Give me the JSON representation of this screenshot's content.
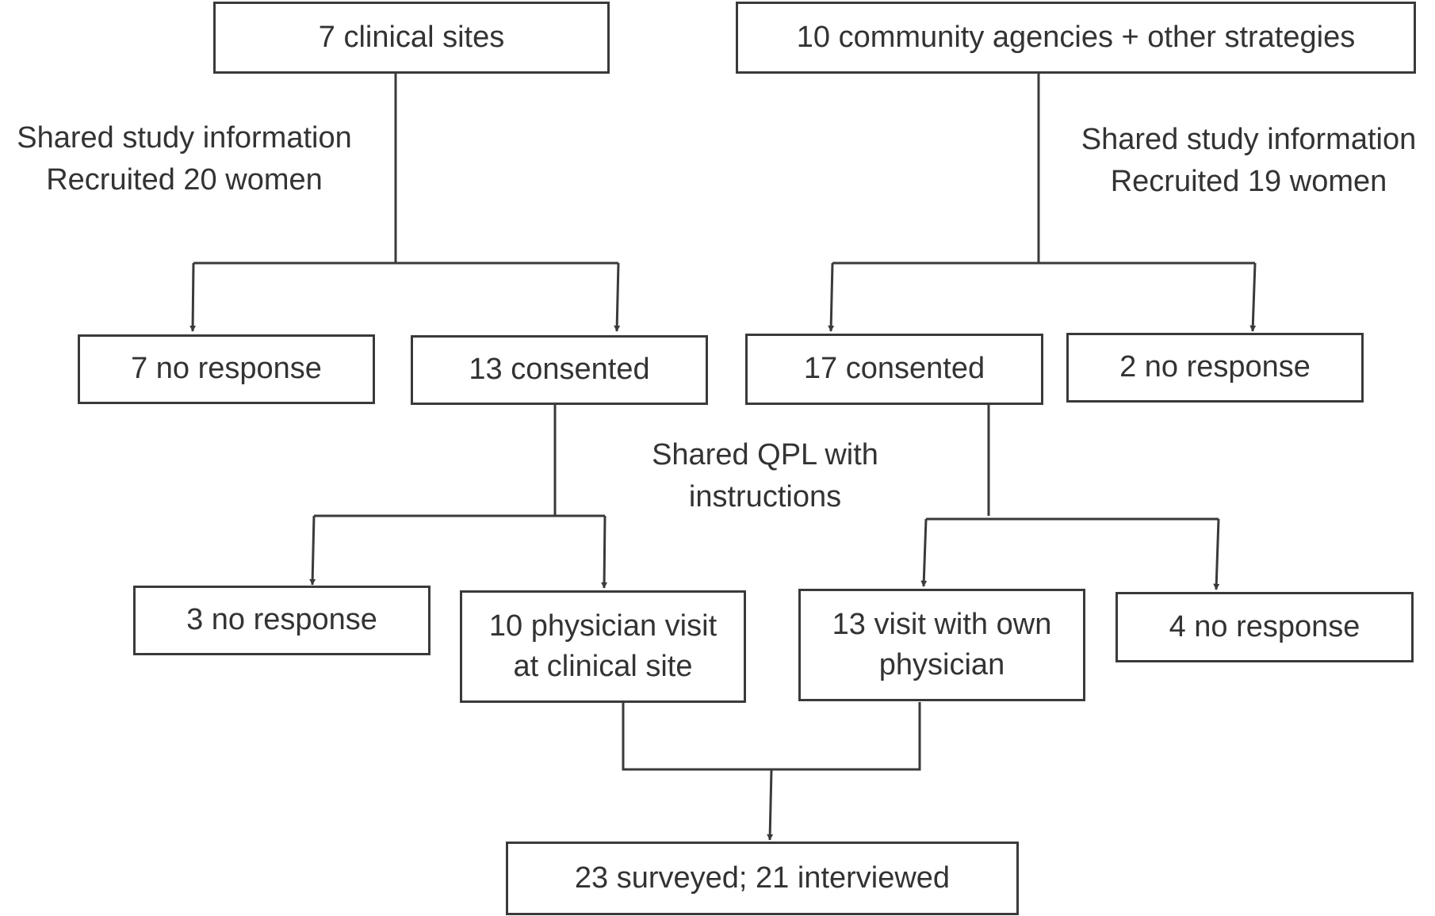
{
  "boxes": {
    "clinical_sites": "7 clinical sites",
    "community_agencies": "10 community agencies + other strategies",
    "clinical_no_response": "7 no response",
    "clinical_consented": "13 consented",
    "community_consented": "17 consented",
    "community_no_response": "2 no response",
    "qpl_clinical_no_response": "3 no response",
    "physician_visit": [
      "10 physician visit",
      "at clinical site"
    ],
    "own_physician_visit": [
      "13 visit with own",
      "physician"
    ],
    "qpl_community_no_response": "4 no response",
    "final": "23 surveyed; 21 interviewed"
  },
  "notes": {
    "left_recruit": [
      "Shared study information",
      "Recruited 20 women"
    ],
    "right_recruit": [
      "Shared study information",
      "Recruited 19 women"
    ],
    "qpl": [
      "Shared QPL with",
      "instructions"
    ]
  },
  "colors": {
    "line": "#3a3a3a",
    "text": "#333333",
    "background": "#ffffff"
  }
}
